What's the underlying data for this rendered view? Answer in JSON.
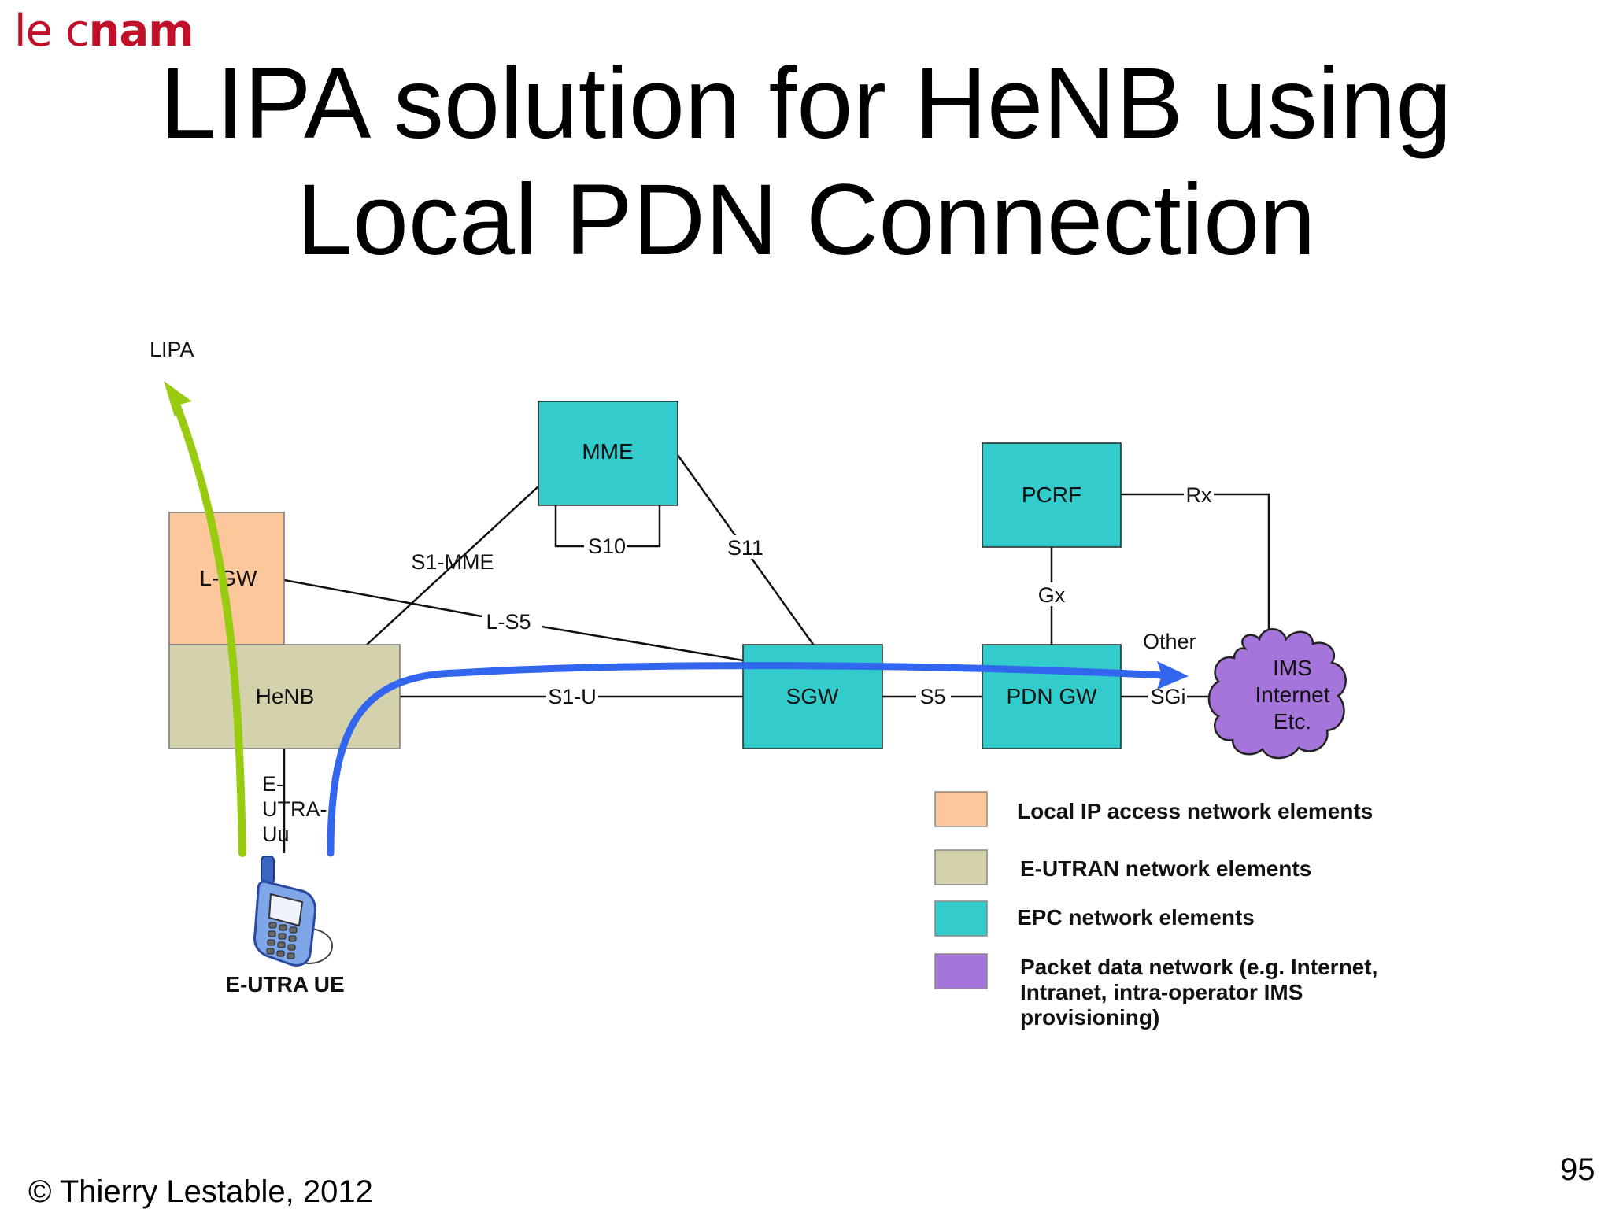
{
  "header": {
    "logo": {
      "le": "le ",
      "c": "c",
      "nam_n": "n",
      "nam_am": "am"
    },
    "title_line1": "LIPA solution for HeNB using",
    "title_line2": "Local PDN Connection"
  },
  "diagram": {
    "nodes": {
      "lgw": "L-GW",
      "henb": "HeNB",
      "mme": "MME",
      "sgw": "SGW",
      "pcrf": "PCRF",
      "pdngw": "PDN GW",
      "ims_line1": "IMS",
      "ims_line2": "Internet",
      "ims_line3": "Etc.",
      "ue": "E-UTRA UE"
    },
    "interfaces": {
      "s1_mme": "S1-MME",
      "s10": "S10",
      "s11": "S11",
      "l_s5": "L-S5",
      "s1_u": "S1-U",
      "s5": "S5",
      "sgi": "SGi",
      "gx": "Gx",
      "rx": "Rx",
      "euu_line1": "E-",
      "euu_line2": "UTRA-",
      "euu_line3": "Uu"
    },
    "flows": {
      "lipa": "LIPA",
      "other": "Other"
    },
    "legend": [
      {
        "color": "#fcc89b",
        "label_lines": [
          "Local IP access network elements"
        ]
      },
      {
        "color": "#d4d2ac",
        "label_lines": [
          "E-UTRAN network elements"
        ]
      },
      {
        "color": "#33cccc",
        "label_lines": [
          "EPC network elements"
        ]
      },
      {
        "color": "#a575db",
        "label_lines": [
          "Packet data network (e.g. Internet,",
          "Intranet, intra-operator IMS",
          "provisioning)"
        ]
      }
    ],
    "colors": {
      "local_ip": "#fcc89b",
      "eutran": "#d4d2ac",
      "epc": "#33cccc",
      "pdn": "#a575db",
      "lipa_arrow": "#99cc11",
      "other_arrow": "#3366ee",
      "logo": "#c0102a"
    }
  },
  "footer": {
    "copyright": "© Thierry Lestable, 2012",
    "page_number": "95"
  }
}
